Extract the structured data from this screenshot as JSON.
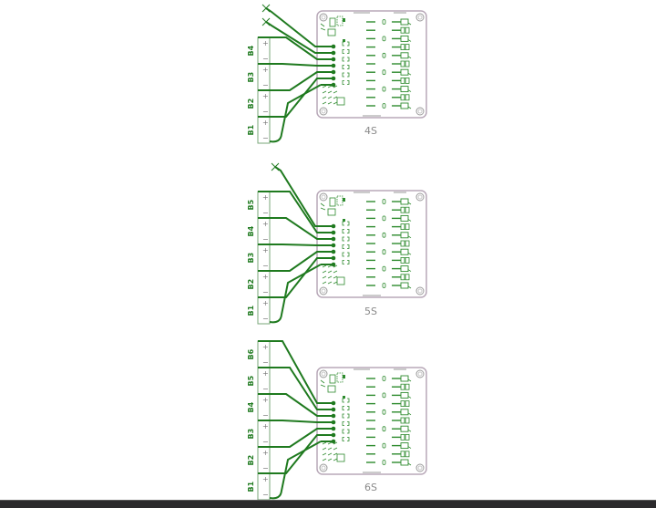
{
  "diagram": {
    "type": "BMS balance board wiring configurations",
    "colors": {
      "wire": "#1f7a1f",
      "silk": "#2e8b2e",
      "board_outline": "#b8a8b8",
      "label": "#8a8a8a",
      "connector": "#7aa77a",
      "bottom_bar": "#2b2a2c"
    },
    "configs": [
      {
        "label": "4S",
        "cells": [
          "B1",
          "B2",
          "B3",
          "B4"
        ],
        "unused_wires": 2,
        "unused_marker": "X"
      },
      {
        "label": "5S",
        "cells": [
          "B1",
          "B2",
          "B3",
          "B4",
          "B5"
        ],
        "unused_wires": 1,
        "unused_marker": "X"
      },
      {
        "label": "6S",
        "cells": [
          "B1",
          "B2",
          "B3",
          "B4",
          "B5",
          "B6"
        ],
        "unused_wires": 0,
        "unused_marker": ""
      }
    ],
    "connector_symbols": {
      "plus": "+",
      "minus": "−"
    }
  }
}
